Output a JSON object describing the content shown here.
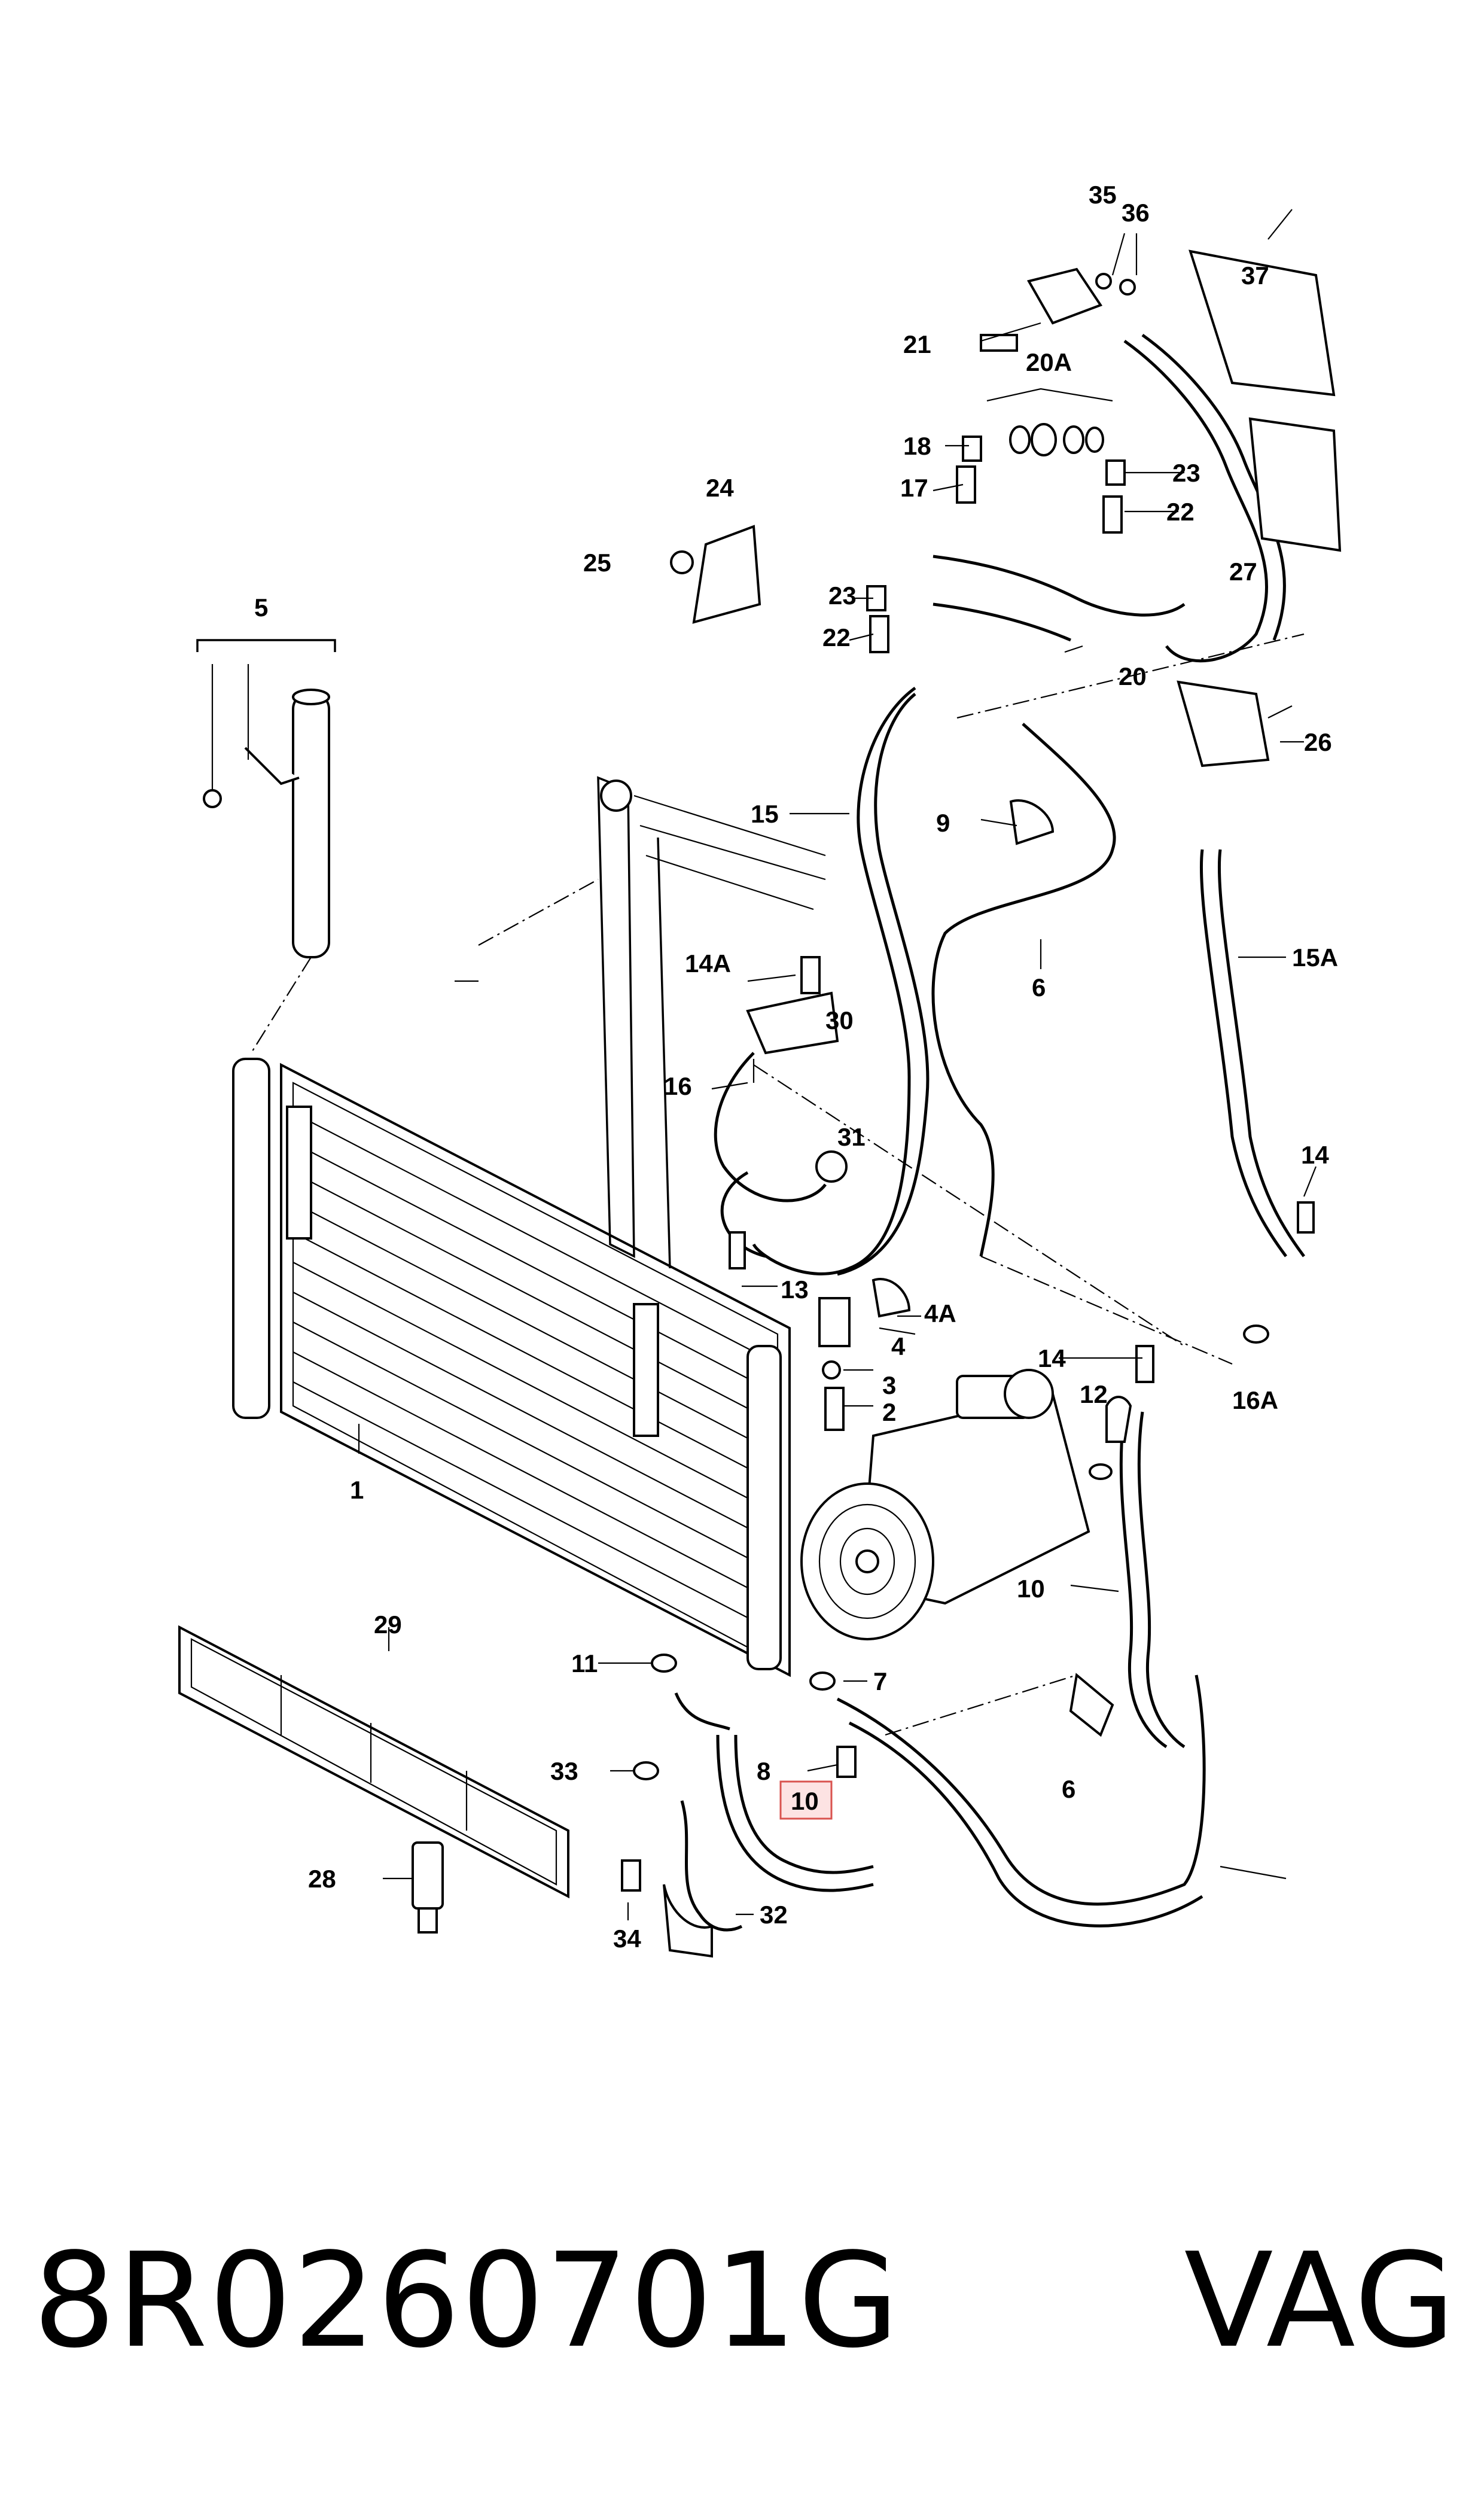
{
  "footer": {
    "part_number": "8R0260701G",
    "brand": "VAG"
  },
  "callouts": {
    "c1": "1",
    "c2": "2",
    "c3": "3",
    "c4": "4",
    "c4a": "4A",
    "c5": "5",
    "c6a": "6",
    "c6b": "6",
    "c7": "7",
    "c8": "8",
    "c9": "9",
    "c10a": "10",
    "c10b": "10",
    "c11": "11",
    "c12": "12",
    "c13": "13",
    "c14a": "14",
    "c14b": "14",
    "c14ab": "14A",
    "c15": "15",
    "c15a": "15A",
    "c16": "16",
    "c16a": "16A",
    "c17": "17",
    "c18": "18",
    "c20": "20",
    "c20a": "20A",
    "c21": "21",
    "c22a": "22",
    "c22b": "22",
    "c23a": "23",
    "c23b": "23",
    "c24": "24",
    "c25": "25",
    "c26": "26",
    "c27": "27",
    "c28": "28",
    "c29": "29",
    "c30": "30",
    "c31": "31",
    "c32": "32",
    "c33": "33",
    "c34": "34",
    "c35": "35",
    "c36": "36",
    "c37": "37"
  },
  "highlight": {
    "part": "10",
    "color": "#d9534f"
  }
}
